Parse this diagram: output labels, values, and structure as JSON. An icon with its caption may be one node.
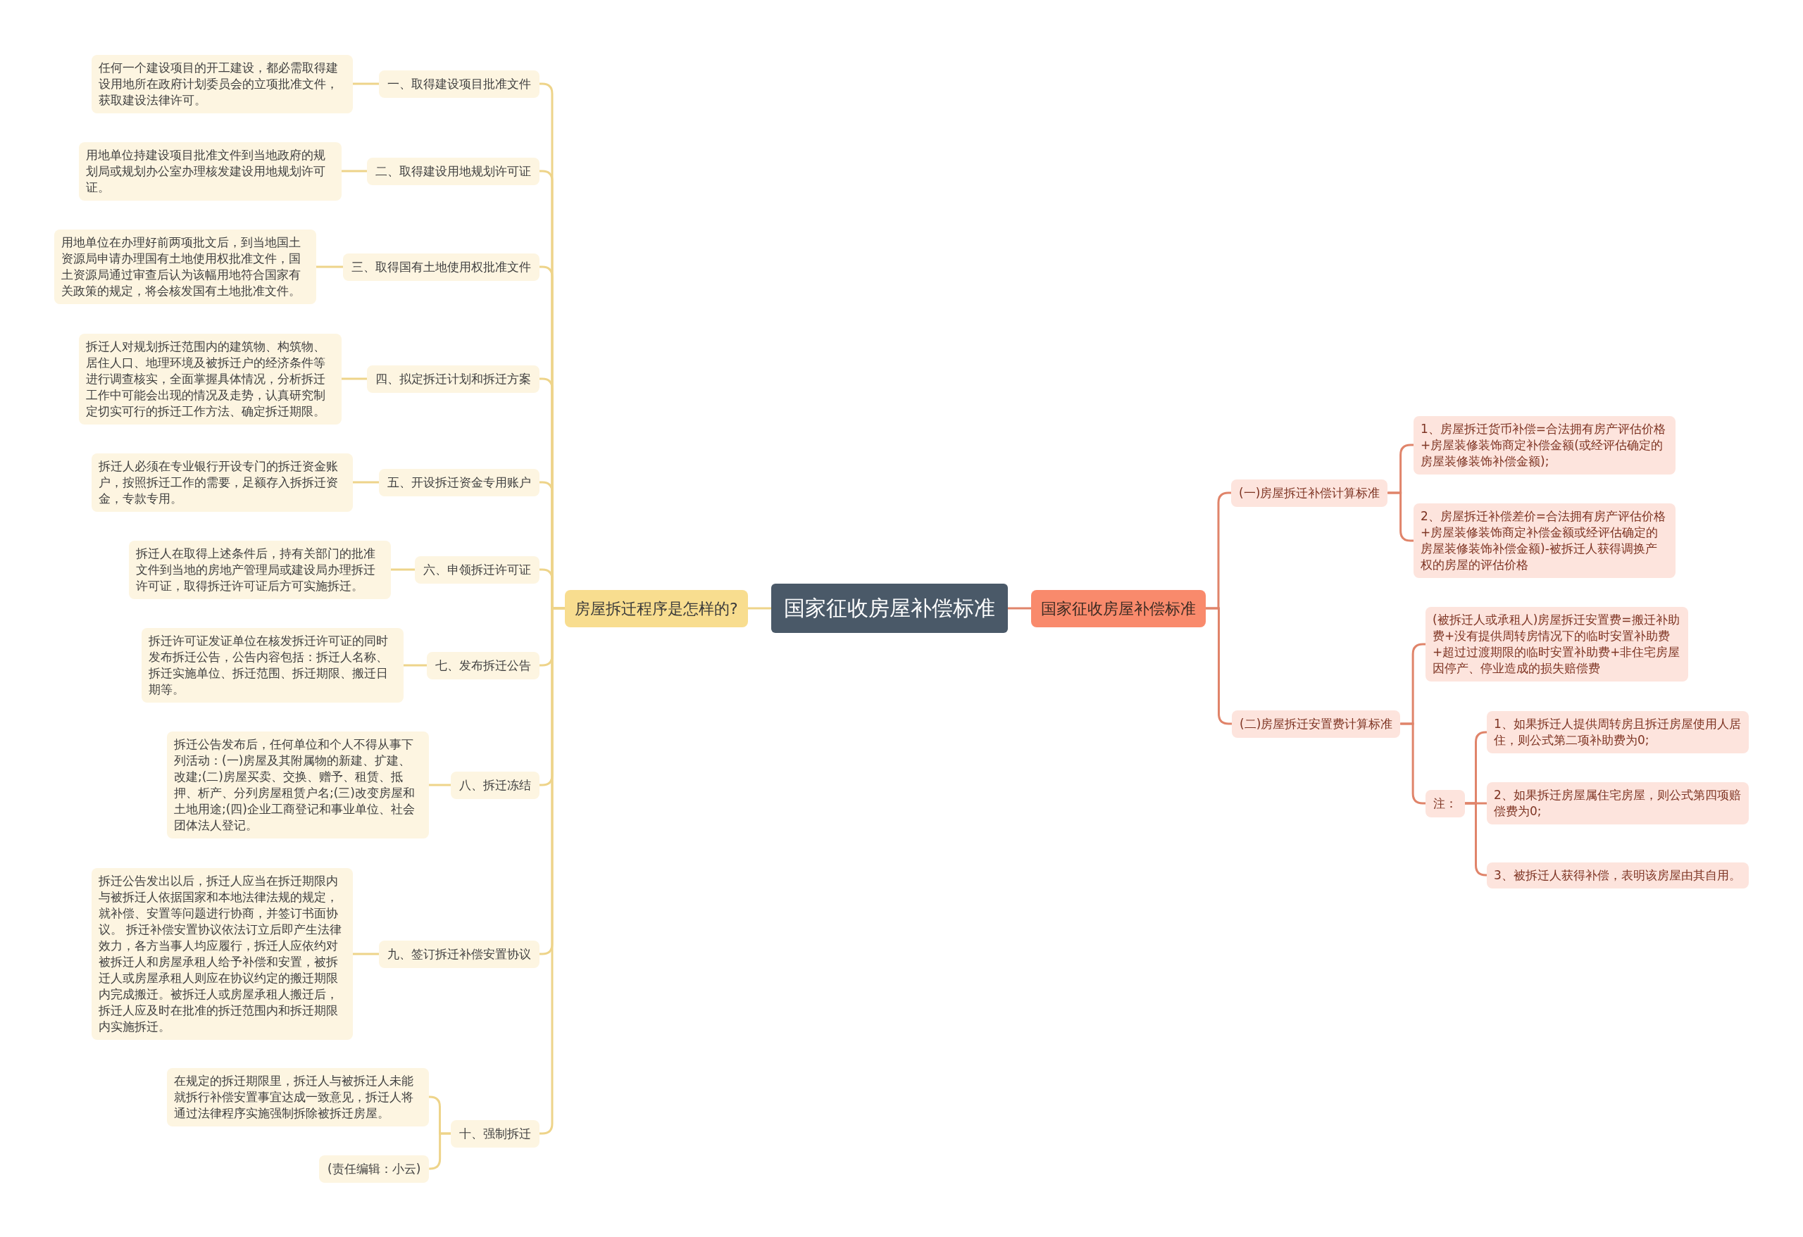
{
  "diagram": {
    "nodes": [
      {
        "text": [
          "国家征收房屋补偿标准"
        ]
      },
      {
        "text": [
          "房屋拆迁程序是怎样的?"
        ]
      },
      {
        "text": [
          "一、取得建设项目批准文件"
        ]
      },
      {
        "text": [
          "任何一个建设项目的开工建设，都必需取得建设用地所在政府计划委员会的立项批准文件，获取建设法律许可。"
        ]
      },
      {
        "text": [
          "二、取得建设用地规划许可证"
        ]
      },
      {
        "text": [
          "用地单位持建设项目批准文件到当地政府的规划局或规划办公室办理核发建设用地规划许可证。"
        ]
      },
      {
        "text": [
          "三、取得国有土地使用权批准文件"
        ]
      },
      {
        "text": [
          "用地单位在办理好前两项批文后，到当地国土资源局申请办理国有土地使用权批准文件，国土资源局通过审查后认为该幅用地符合国家有关政策的规定，将会核发国有土地批准文件。"
        ]
      },
      {
        "text": [
          "四、拟定拆迁计划和拆迁方案"
        ]
      },
      {
        "text": [
          "拆迁人对规划拆迁范围内的建筑物、构筑物、居住人口、地理环境及被拆迁户的经济条件等进行调查核实，全面掌握具体情况，分析拆迁工作中可能会出现的情况及走势，认真研究制定切实可行的拆迁工作方法、确定拆迁期限。"
        ]
      },
      {
        "text": [
          "五、开设拆迁资金专用账户"
        ]
      },
      {
        "text": [
          "拆迁人必须在专业银行开设专门的拆迁资金账户，按照拆迁工作的需要，足额存入拆拆迁资金，专款专用。"
        ]
      },
      {
        "text": [
          "六、申领拆迁许可证"
        ]
      },
      {
        "text": [
          "拆迁人在取得上述条件后，持有关部门的批准文件到当地的房地产管理局或建设局办理拆迁许可证，取得拆迁许可证后方可实施拆迁。"
        ]
      },
      {
        "text": [
          "七、发布拆迁公告"
        ]
      },
      {
        "text": [
          "拆迁许可证发证单位在核发拆迁许可证的同时发布拆迁公告，公告内容包括：拆迁人名称、拆迁实施单位、拆迁范围、拆迁期限、搬迁日期等。"
        ]
      },
      {
        "text": [
          "八、拆迁冻结"
        ]
      },
      {
        "text": [
          "拆迁公告发布后，任何单位和个人不得从事下列活动：(一)房屋及其附属物的新建、扩建、改建;(二)房屋买卖、交换、赠予、租赁、抵押、析产、分列房屋租赁户名;(三)改变房屋和土地用途;(四)企业工商登记和事业单位、社会团体法人登记。"
        ]
      },
      {
        "text": [
          "九、签订拆迁补偿安置协议"
        ]
      },
      {
        "text": [
          "拆迁公告发出以后，拆迁人应当在拆迁期限内与被拆迁人依据国家和本地法律法规的规定，就补偿、安置等问题进行协商，并签订书面协议。 拆迁补偿安置协议依法订立后即产生法律效力，各方当事人均应履行，拆迁人应依约对被拆迁人和房屋承租人给予补偿和安置，被拆迁人或房屋承租人则应在协议约定的搬迁期限内完成搬迁。被拆迁人或房屋承租人搬迁后，拆迁人应及时在批准的拆迁范围内和拆迁期限内实施拆迁。"
        ]
      },
      {
        "text": [
          "十、强制拆迁"
        ]
      },
      {
        "text": [
          "在规定的拆迁期限里，拆迁人与被拆迁人未能就拆行补偿安置事宜达成一致意见，拆迁人将通过法律程序实施强制拆除被拆迁房屋。"
        ]
      },
      {
        "text": [
          "(责任编辑：小云)"
        ]
      },
      {
        "text": [
          "国家征收房屋补偿标准"
        ]
      },
      {
        "text": [
          "(一)房屋拆迁补偿计算标准"
        ]
      },
      {
        "text": [
          "1、房屋拆迁货币补偿=合法拥有房产评估价格+房屋装修装饰商定补偿金额(或经评估确定的房屋装修装饰补偿金额);"
        ]
      },
      {
        "text": [
          "2、房屋拆迁补偿差价=合法拥有房产评估价格+房屋装修装饰商定补偿金额或经评估确定的房屋装修装饰补偿金额)-被拆迁人获得调换产权的房屋的评估价格"
        ]
      },
      {
        "text": [
          "(二)房屋拆迁安置费计算标准"
        ]
      },
      {
        "text": [
          "(被拆迁人或承租人)房屋拆迁安置费=搬迁补助费+没有提供周转房情况下的临时安置补助费+超过过渡期限的临时安置补助费+非住宅房屋因停产、停业造成的损失赔偿费"
        ]
      },
      {
        "text": [
          "注："
        ]
      },
      {
        "text": [
          "1、如果拆迁人提供周转房且拆迁房屋使用人居住，则公式第二项补助费为0;"
        ]
      },
      {
        "text": [
          "2、如果拆迁房屋属住宅房屋，则公式第四项赔偿费为0;"
        ]
      },
      {
        "text": [
          "3、被拆迁人获得补偿，表明该房屋由其自用。"
        ]
      }
    ],
    "edges": [
      {
        "from": 0,
        "to": 1,
        "arrow": "none"
      },
      {
        "from": 1,
        "to": 2,
        "arrow": "none"
      },
      {
        "from": 2,
        "to": 3,
        "arrow": "none"
      },
      {
        "from": 1,
        "to": 4,
        "arrow": "none"
      },
      {
        "from": 4,
        "to": 5,
        "arrow": "none"
      },
      {
        "from": 1,
        "to": 6,
        "arrow": "none"
      },
      {
        "from": 6,
        "to": 7,
        "arrow": "none"
      },
      {
        "from": 1,
        "to": 8,
        "arrow": "none"
      },
      {
        "from": 8,
        "to": 9,
        "arrow": "none"
      },
      {
        "from": 1,
        "to": 10,
        "arrow": "none"
      },
      {
        "from": 10,
        "to": 11,
        "arrow": "none"
      },
      {
        "from": 1,
        "to": 12,
        "arrow": "none"
      },
      {
        "from": 12,
        "to": 13,
        "arrow": "none"
      },
      {
        "from": 1,
        "to": 14,
        "arrow": "none"
      },
      {
        "from": 14,
        "to": 15,
        "arrow": "none"
      },
      {
        "from": 1,
        "to": 16,
        "arrow": "none"
      },
      {
        "from": 16,
        "to": 17,
        "arrow": "none"
      },
      {
        "from": 1,
        "to": 18,
        "arrow": "none"
      },
      {
        "from": 18,
        "to": 19,
        "arrow": "none"
      },
      {
        "from": 1,
        "to": 20,
        "arrow": "none"
      },
      {
        "from": 20,
        "to": 21,
        "arrow": "none"
      },
      {
        "from": 20,
        "to": 22,
        "arrow": "none"
      },
      {
        "from": 0,
        "to": 23,
        "arrow": "none",
        "color": "#e0846a"
      },
      {
        "from": 23,
        "to": 24,
        "arrow": "none",
        "color": "#e0846a"
      },
      {
        "from": 24,
        "to": 25,
        "arrow": "none",
        "color": "#e0846a"
      },
      {
        "from": 24,
        "to": 26,
        "arrow": "none",
        "color": "#e0846a"
      },
      {
        "from": 23,
        "to": 27,
        "arrow": "none",
        "color": "#e0846a"
      },
      {
        "from": 27,
        "to": 28,
        "arrow": "none",
        "color": "#e0846a"
      },
      {
        "from": 27,
        "to": 29,
        "arrow": "none",
        "color": "#e0846a"
      },
      {
        "from": 29,
        "to": 30,
        "arrow": "none",
        "color": "#e0846a"
      },
      {
        "from": 29,
        "to": 31,
        "arrow": "none",
        "color": "#e0846a"
      },
      {
        "from": 29,
        "to": 32,
        "arrow": "none",
        "color": "#e0846a"
      }
    ]
  }
}
